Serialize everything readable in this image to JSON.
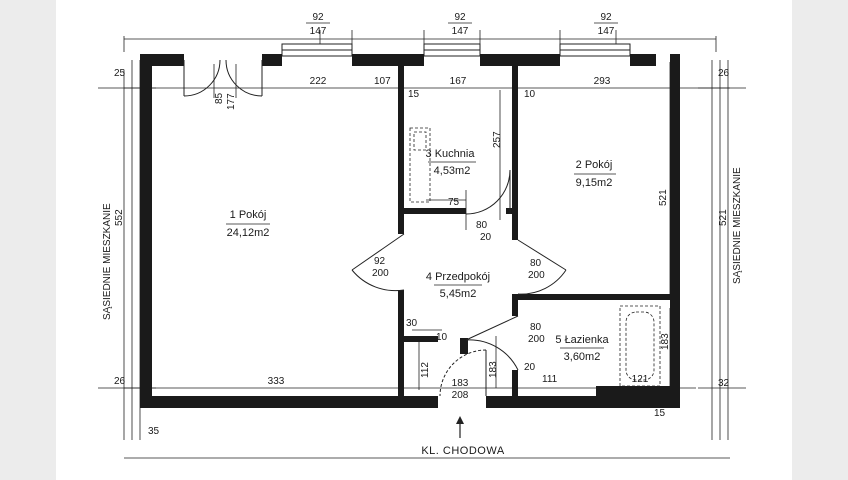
{
  "windows": [
    {
      "top": "92",
      "bottom": "147"
    },
    {
      "top": "92",
      "bottom": "147"
    },
    {
      "top": "92",
      "bottom": "147"
    }
  ],
  "rooms": [
    {
      "num": "1",
      "name": "Pokój",
      "area": "24,12m2"
    },
    {
      "num": "2",
      "name": "Pokój",
      "area": "9,15m2"
    },
    {
      "num": "3",
      "name": "Kuchnia",
      "area": "4,53m2"
    },
    {
      "num": "4",
      "name": "Przedpokój",
      "area": "5,45m2"
    },
    {
      "num": "5",
      "name": "Łazienka",
      "area": "3,60m2"
    }
  ],
  "side_labels": {
    "left": "SĄSIEDNIE MIESZKANIE",
    "right": "SĄSIEDNIE MIESZKANIE"
  },
  "entrance_label": "KL. CHODOWA",
  "dimensions": {
    "left_wall_top": "25",
    "top_room1": "222",
    "top_107": "107",
    "top_kitchen": "167",
    "top_room2": "293",
    "right_wall_top": "26",
    "balcony_85": "85",
    "balcony_177": "177",
    "wall_15": "15",
    "wall_10": "10",
    "kitchen_257": "257",
    "room2_height": "521",
    "room1_height": "552",
    "right_height": "521",
    "kitchen_75": "75",
    "kitchen_door_top": "80",
    "kitchen_door_bottom": "20",
    "door_left_top": "92",
    "door_left_bottom": "200",
    "door_right_top": "80",
    "door_right_bottom": "200",
    "bath_door_top": "80",
    "bath_door_bottom": "200",
    "hall_30": "30",
    "hall_10": "10",
    "bath_183_side": "183",
    "hall_112": "112",
    "hall_183": "183",
    "bath_20": "20",
    "bath_111": "111",
    "bath_121": "121",
    "bath_183": "183",
    "left_wall_bottom": "26",
    "bottom_room1": "333",
    "entrance_top": "183",
    "entrance_bottom": "208",
    "right_wall_bottom": "32",
    "bottom_15": "15",
    "bottom_35": "35"
  }
}
